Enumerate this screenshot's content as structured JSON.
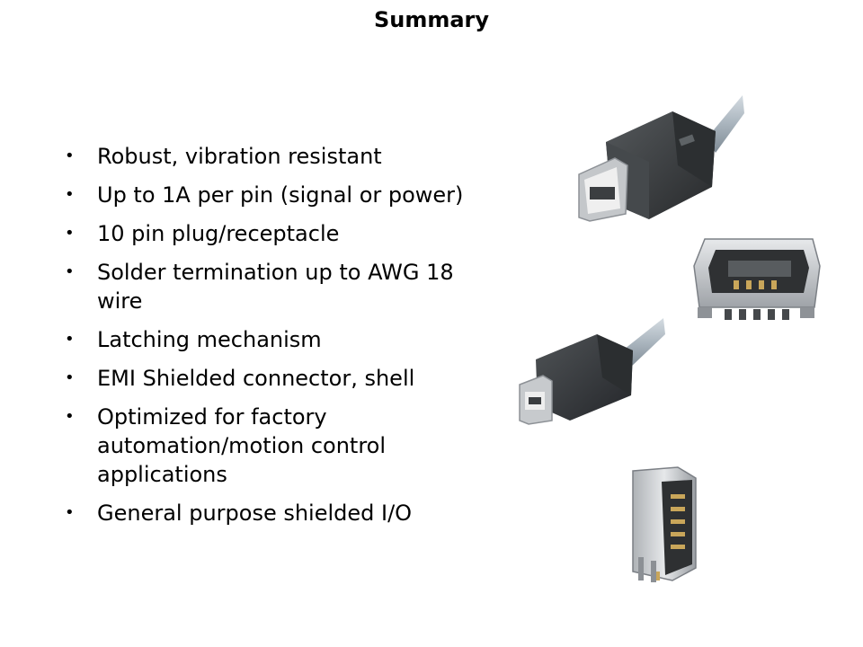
{
  "slide": {
    "title": "Summary",
    "bullets": [
      "Robust, vibration resistant",
      "Up to 1A per pin (signal or power)",
      "10 pin plug/receptacle",
      "Solder termination up to AWG 18 wire",
      "Latching mechanism",
      "EMI Shielded connector, shell",
      "Optimized for factory automation/motion control applications",
      "General purpose shielded I/O"
    ]
  },
  "images": [
    {
      "name": "cable-plug-angled-photo"
    },
    {
      "name": "receptacle-surface-mount-photo"
    },
    {
      "name": "cable-plug-side-photo"
    },
    {
      "name": "receptacle-vertical-photo"
    }
  ],
  "colors": {
    "text": "#000000",
    "background": "#ffffff",
    "plug_body": "#3a3d3f",
    "cable": "#a9b4bd",
    "metal_shell": "#c9ccd0"
  }
}
